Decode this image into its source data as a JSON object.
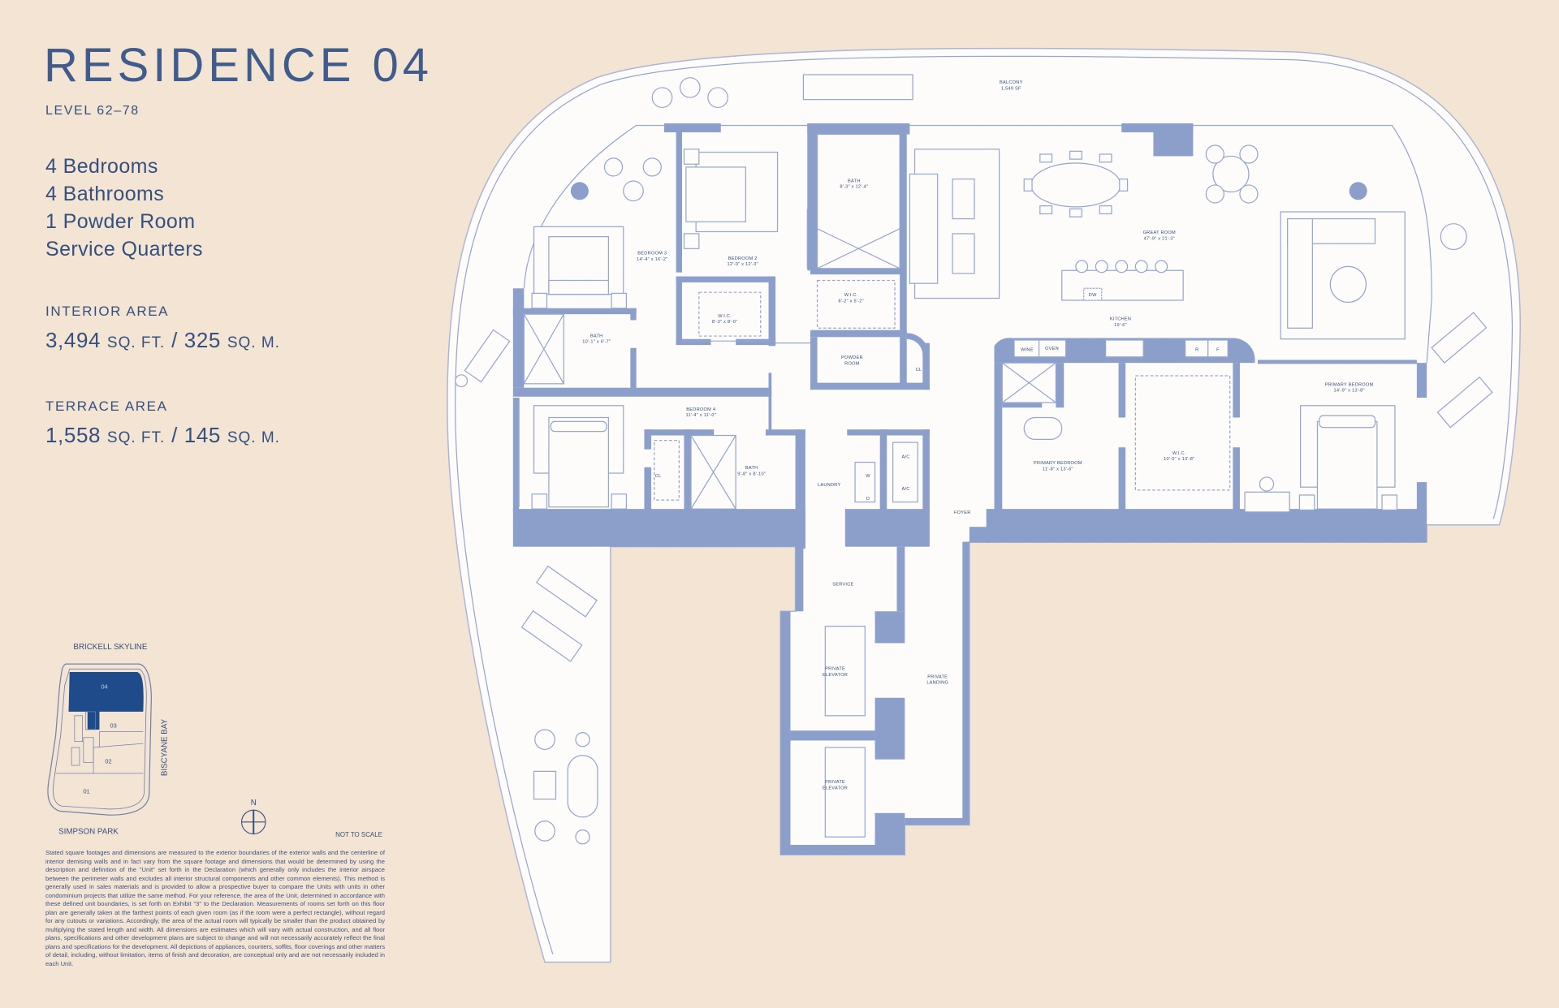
{
  "header": {
    "title": "RESIDENCE 04",
    "level": "LEVEL 62–78"
  },
  "features": [
    "4 Bedrooms",
    "4 Bathrooms",
    "1 Powder Room",
    "Service Quarters"
  ],
  "interior_area": {
    "label": "INTERIOR AREA",
    "sqft": "3,494",
    "sqft_unit": "SQ. FT.",
    "sep": " / ",
    "sqm": "325",
    "sqm_unit": "SQ. M."
  },
  "terrace_area": {
    "label": "TERRACE AREA",
    "sqft": "1,558",
    "sqft_unit": "SQ. FT.",
    "sep": " / ",
    "sqm": "145",
    "sqm_unit": "SQ. M."
  },
  "key_plan": {
    "north_label": "BRICKELL SKYLINE",
    "south_label": "SIMPSON PARK",
    "east_label": "BISCYANE BAY",
    "units": [
      "04",
      "03",
      "02",
      "01"
    ],
    "compass": "N",
    "scale_note": "NOT TO SCALE"
  },
  "rooms": {
    "balcony": {
      "name": "BALCONY",
      "dim": "1,549 SF"
    },
    "bedroom3": {
      "name": "BEDROOM 3",
      "dim": "14'-4\" x 16'-2\""
    },
    "bedroom2": {
      "name": "BEDROOM 2",
      "dim": "12'-0\" x 12'-3\""
    },
    "bath_b2": {
      "name": "BATH",
      "dim": "8'-3\" x 12'-4\""
    },
    "wic_b2": {
      "name": "W.I.C.",
      "dim": "8'-3\" x 8'-0\""
    },
    "wic_bath": {
      "name": "W.I.C.",
      "dim": "8'-2\" x 5'-2\""
    },
    "bath_b3": {
      "name": "BATH",
      "dim": "10'-1\" x 6'-7\""
    },
    "powder": {
      "name": "POWDER",
      "name2": "ROOM"
    },
    "cl1": "CL",
    "bedroom4": {
      "name": "BEDROOM 4",
      "dim": "11'-4\" x 11'-0\""
    },
    "cl2": "CL",
    "bath_b4": {
      "name": "BATH",
      "dim": "9'-8\" x 8'-10\""
    },
    "laundry": "LAUNDRY",
    "washer": "W",
    "dryer": "D",
    "ac1": "A/C",
    "ac2": "A/C",
    "great_room": {
      "name": "GREAT ROOM",
      "dim": "47'-9\" x 21'-3\""
    },
    "kitchen": {
      "name": "KITCHEN",
      "dim": "19'-6\""
    },
    "dw": "DW",
    "wine": "WINE",
    "oven": "OVEN",
    "fridge_r": "R",
    "fridge_f": "F",
    "primary_bedroom": {
      "name": "PRIMARY BEDROOM",
      "dim": "14'-9\" x 13'-8\""
    },
    "primary_bath": {
      "name": "PRIMARY BEDROOM",
      "dim": "11'-8\" x 13'-6\""
    },
    "primary_wic": {
      "name": "W.I.C.",
      "dim": "10'-0\" x 13'-8\""
    },
    "foyer": "FOYER",
    "service": "SERVICE",
    "elevator1": {
      "name": "PRIVATE",
      "name2": "ELEVATOR"
    },
    "elevator2": {
      "name": "PRIVATE",
      "name2": "ELEVATOR"
    },
    "landing": {
      "name": "PRIVATE",
      "name2": "LANDING"
    }
  },
  "disclaimer": "Stated square footages and dimensions are measured to the exterior boundaries of the exterior walls and the centerline of interior demising walls and in fact vary from the square footage and dimensions that would be determined by using the description and definition of the \"Unit\" set forth in the Declaration (which generally only includes the interior airspace between the perimeter walls and excludes all interior structural components and other common elements). This method is generally used in sales materials and is provided to allow a prospective buyer to compare the Units with units in other condominium projects that utilize the same method. For your reference, the area of the Unit, determined in accordance with these defined unit boundaries, is set forth on Exhibit \"3\" to the Declaration. Measurements of rooms set forth on this floor plan are generally taken at the farthest points of each given room (as if the room were a perfect rectangle), without regard for any cutouts or variations. Accordingly, the area of the actual room will typically be smaller than the product obtained by multiplying the stated length and width. All dimensions are estimates which will vary with actual construction, and all floor plans, specifications and other development plans are subject to change and will not necessarily accurately reflect the final plans and specifications for the development. All depictions of appliances, counters, soffits, floor coverings and other matters of detail, including, without limitation, items of finish and decoration, are conceptual only and are not necessarily included in each Unit.",
  "colors": {
    "background": "#f4e4d4",
    "wall": "#8c9fcb",
    "text": "#34507f",
    "highlight": "#1f4b8a"
  }
}
